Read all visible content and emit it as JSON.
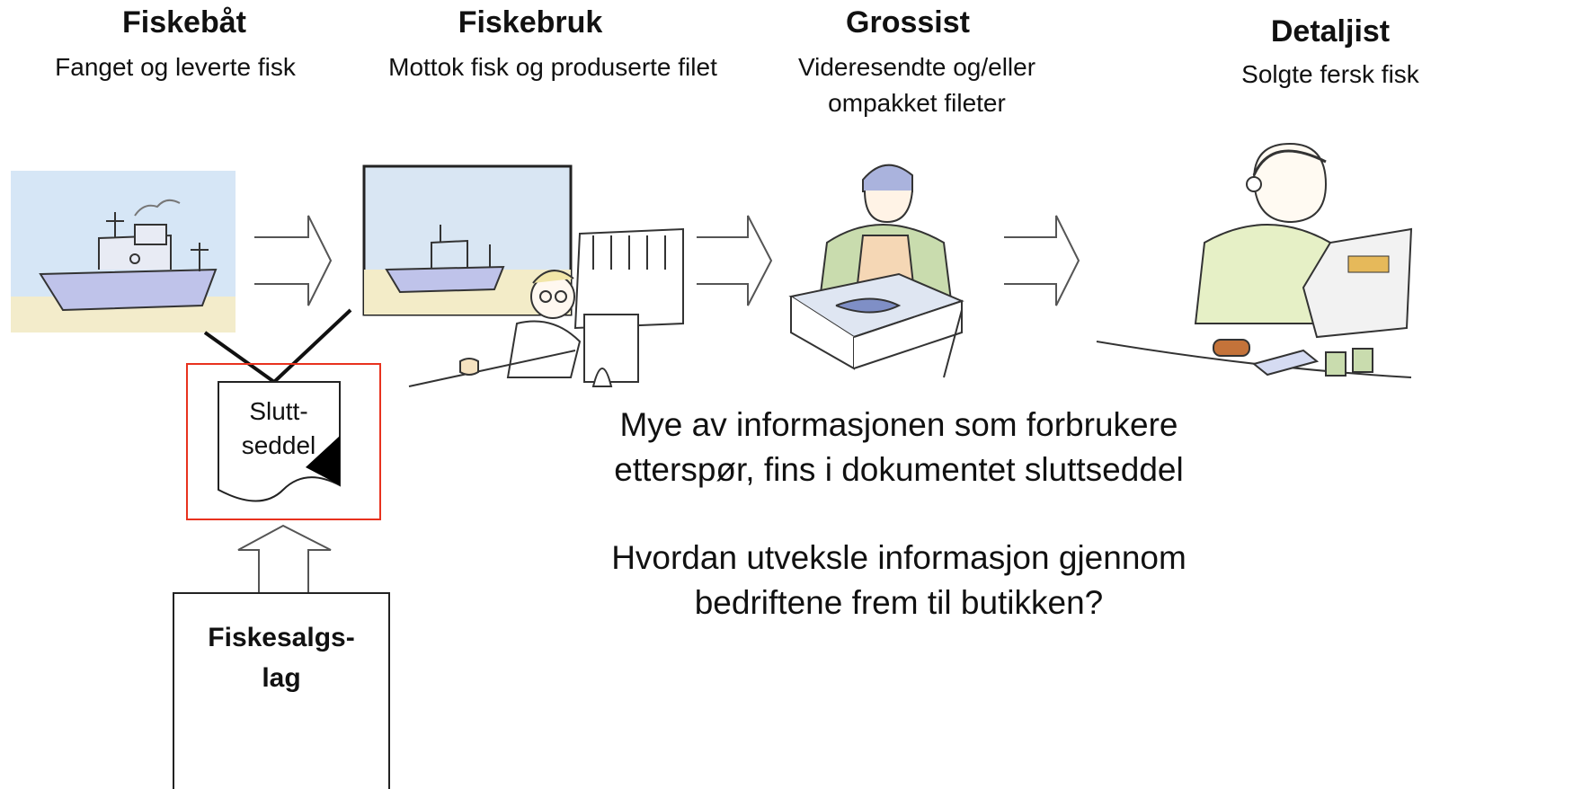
{
  "stages": [
    {
      "title": "Fiskebåt",
      "desc": [
        "Fanget og leverte fisk"
      ]
    },
    {
      "title": "Fiskebruk",
      "desc": [
        "Mottok fisk og produserte filet"
      ]
    },
    {
      "title": "Grossist",
      "desc": [
        "Videresendte og/eller",
        "ompakket fileter"
      ]
    },
    {
      "title": "Detaljist",
      "desc": [
        "Solgte fersk fisk"
      ]
    }
  ],
  "document": {
    "line1": "Slutt-",
    "line2": "seddel"
  },
  "organization": {
    "line1": "Fiskesalgs-",
    "line2": "lag"
  },
  "message": {
    "para1_line1": "Mye av informasjonen som forbrukere",
    "para1_line2": "etterspør, fins i dokumentet sluttseddel",
    "para2_line1": "Hvordan utveksle informasjon gjennom",
    "para2_line2": "bedriftene frem til butikken?"
  },
  "colors": {
    "highlight_box": "#e8321e",
    "arrow_stroke": "#555555",
    "ship_hull": "#bfc3ea",
    "sky": "#cfe0f2"
  }
}
